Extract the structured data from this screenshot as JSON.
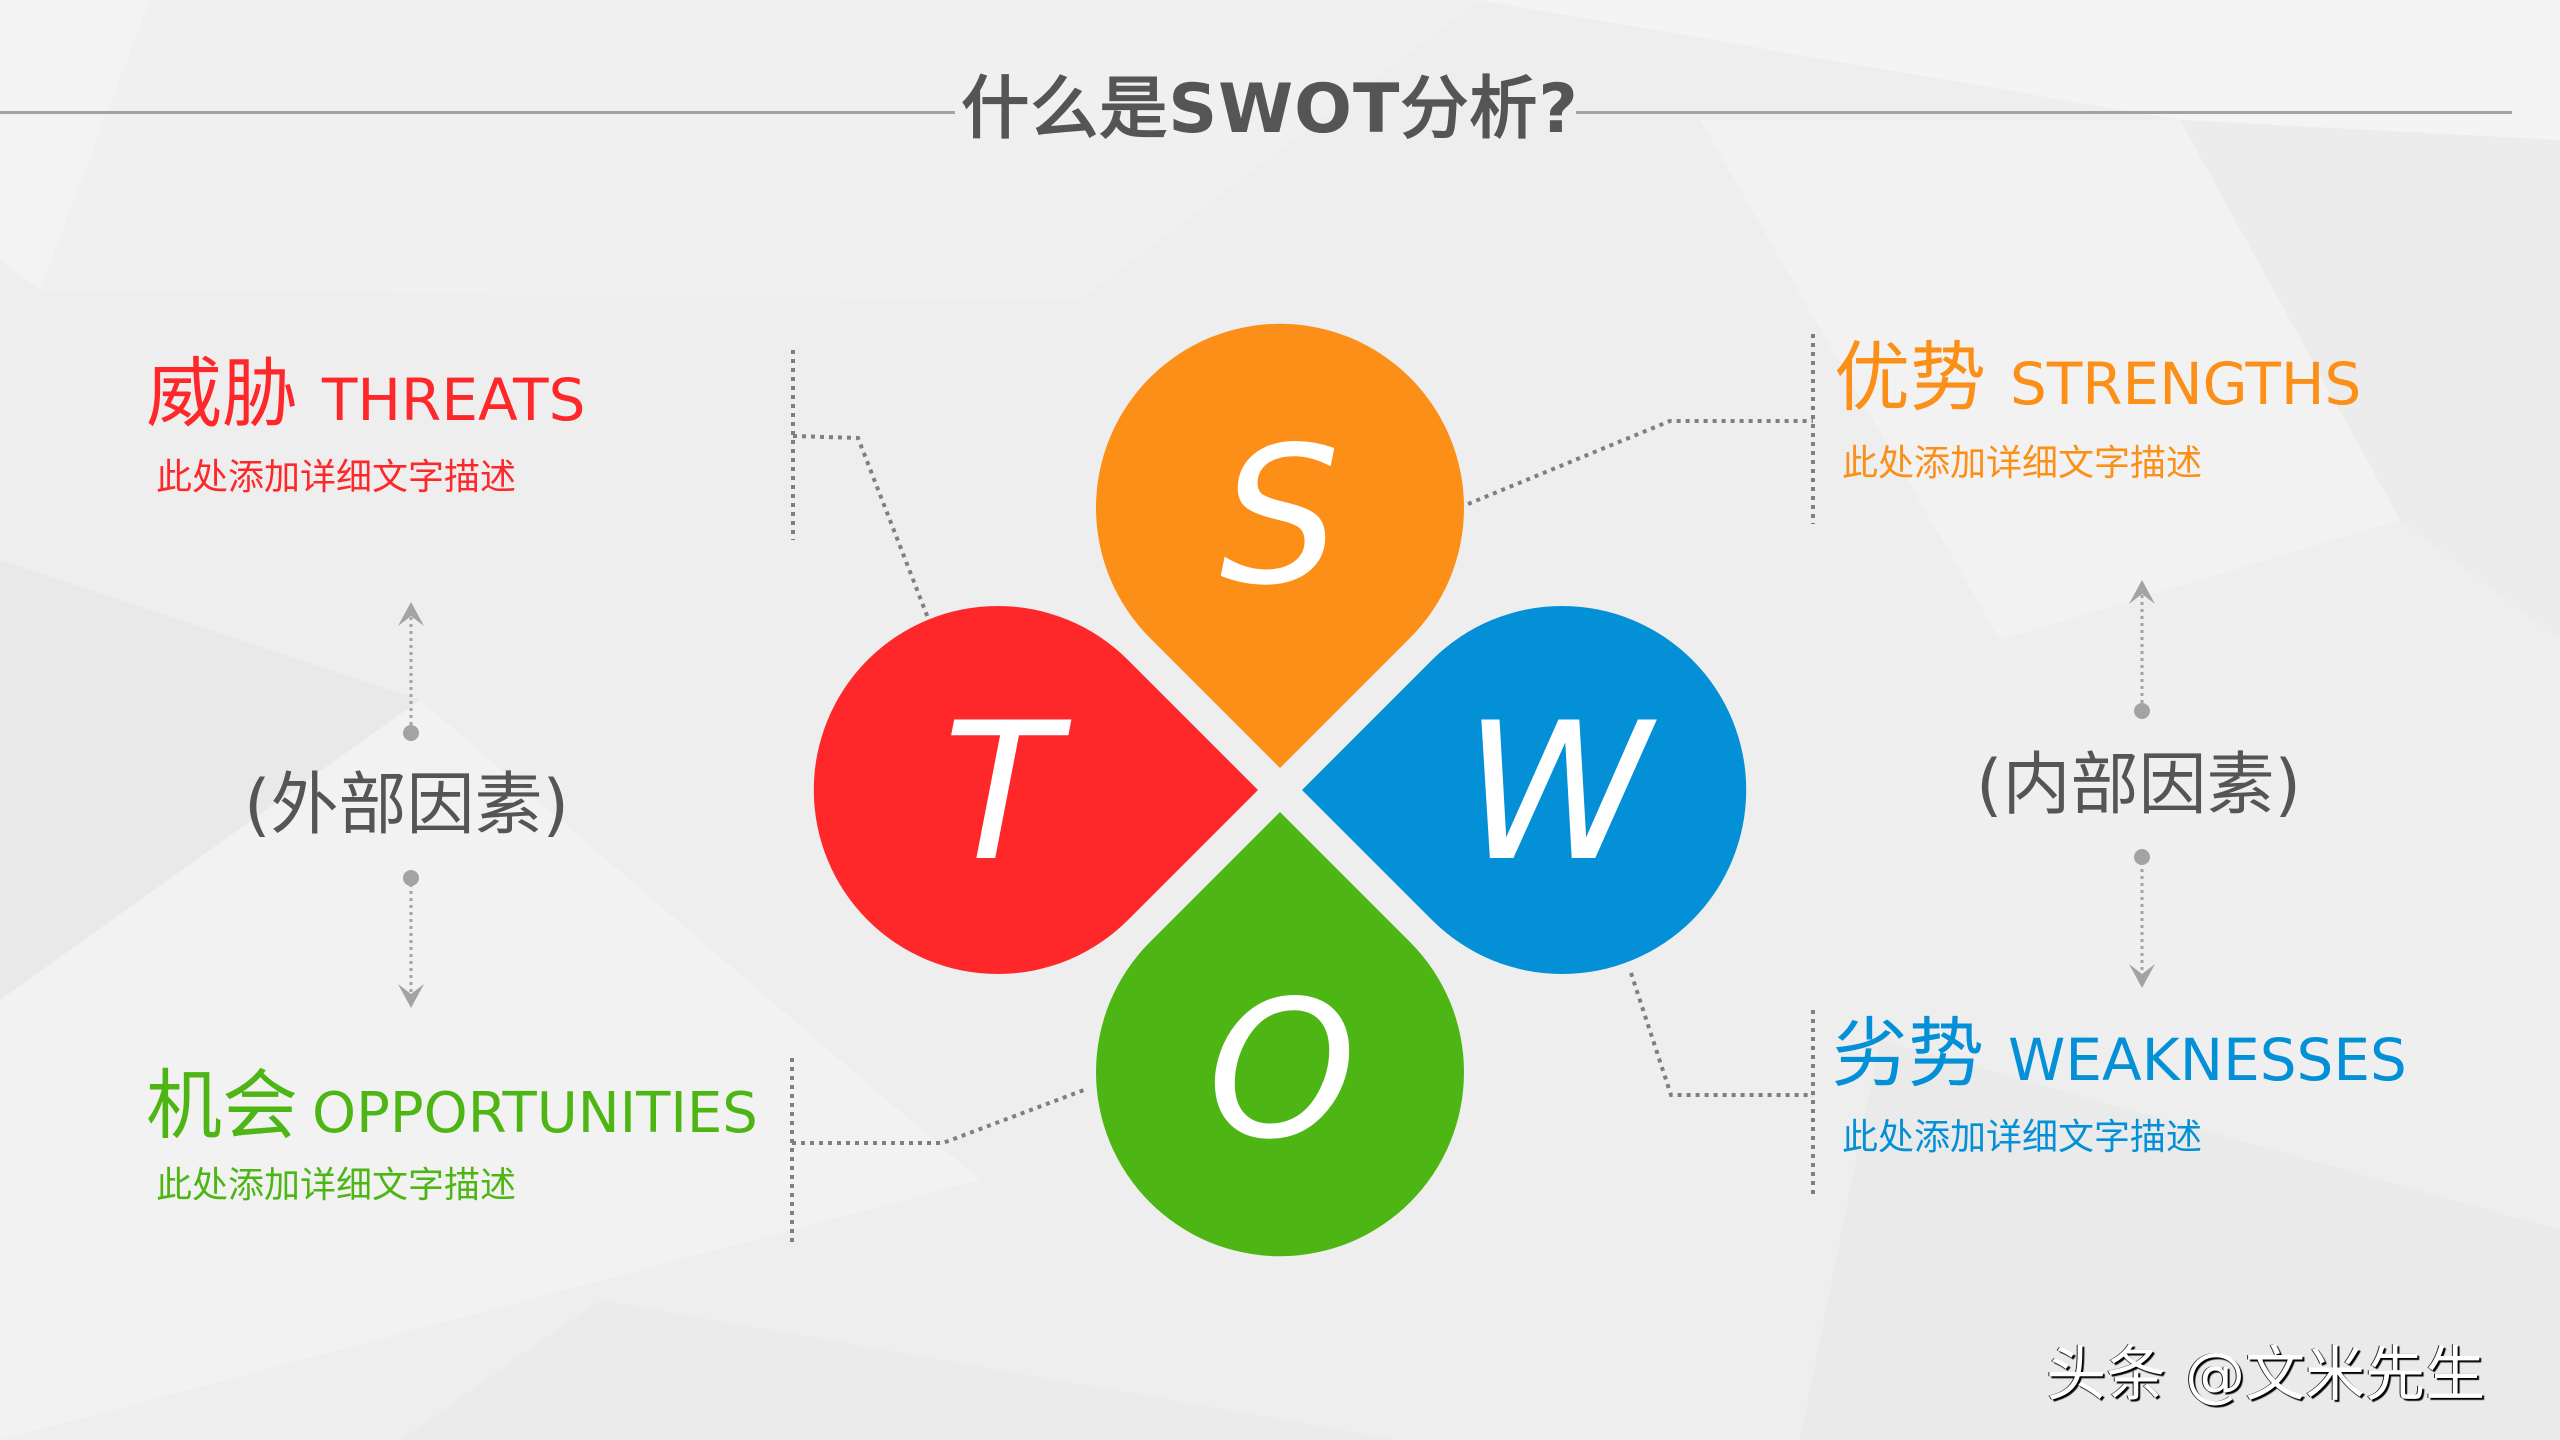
{
  "title": "什么是SWOT分析?",
  "colors": {
    "strengths": "#fb8f17",
    "weaknesses": "#0490d6",
    "opportunities": "#4db614",
    "threats": "#fe282b",
    "title": "#555555",
    "connector": "#7f7f7f",
    "arrow": "#a3a3a3"
  },
  "quadrants": {
    "threats": {
      "letter": "T",
      "cn": "威胁",
      "en": "THREATS",
      "desc": "此处添加详细文字描述"
    },
    "strengths": {
      "letter": "S",
      "cn": "优势",
      "en": "STRENGTHS",
      "desc": "此处添加详细文字描述"
    },
    "opportunities": {
      "letter": "O",
      "cn": "机会",
      "en": "OPPORTUNITIES",
      "desc": "此处添加详细文字描述"
    },
    "weaknesses": {
      "letter": "W",
      "cn": "劣势",
      "en": "WEAKNESSES",
      "desc": "此处添加详细文字描述"
    }
  },
  "factors": {
    "external": "(外部因素)",
    "internal": "(内部因素)"
  },
  "watermark": "头条 @文米先生"
}
